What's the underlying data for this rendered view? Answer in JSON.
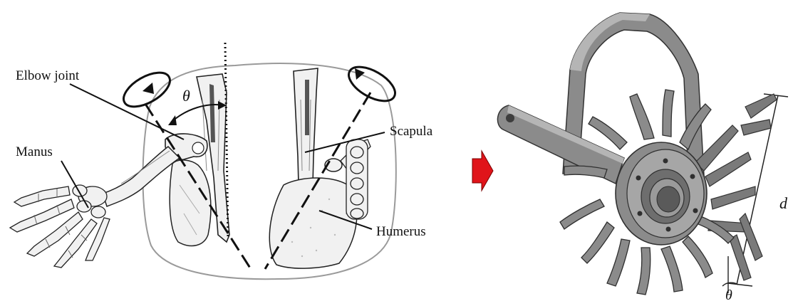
{
  "left_figure": {
    "labels": {
      "elbow_joint": "Elbow joint",
      "manus": "Manus",
      "scapula": "Scapula",
      "humerus": "Humerus",
      "angle": "θ"
    }
  },
  "right_figure": {
    "labels": {
      "length": "d",
      "angle": "θ"
    }
  },
  "colors": {
    "arrow": "#e0141a",
    "line": "#111111",
    "body_outline": "#9a9a9a",
    "bone_fill": "#f1f1f1",
    "metal_mid": "#8b8b8b",
    "metal_dark": "#5a5a5a",
    "metal_light": "#b5b5b5"
  }
}
